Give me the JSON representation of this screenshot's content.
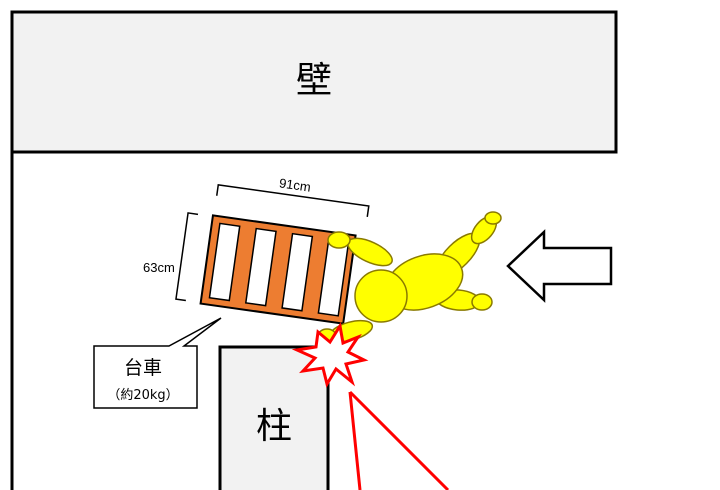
{
  "wall": {
    "label": "壁",
    "fill": "#f2f2f2"
  },
  "pillar": {
    "label": "柱",
    "fill": "#f2f2f2"
  },
  "cart": {
    "name": "台車",
    "weight": "（約20kg）",
    "width_label": "91cm",
    "depth_label": "63cm",
    "fill": "#ed7d31",
    "slot_count": 4
  },
  "worker": {
    "figure": "mannequin-figure",
    "fill": "#ffff00",
    "outline": "#8a7a00"
  },
  "impact": {
    "icon": "collision-burst-icon",
    "color": "#ff0000"
  },
  "movement": {
    "icon": "left-arrow-icon",
    "direction": "left"
  },
  "colors": {
    "outline": "#000000",
    "callout_line": "#ff0000"
  }
}
